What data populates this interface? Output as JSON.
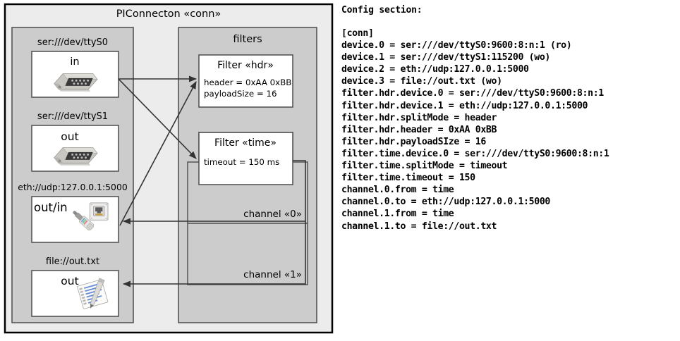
{
  "diagram": {
    "title": "PIConnecton «conn»",
    "devices_panel": {
      "items": [
        {
          "caption": "ser:///dev/ttyS0",
          "label": "in",
          "icon": "serial-db9-icon"
        },
        {
          "caption": "ser:///dev/ttyS1",
          "label": "out",
          "icon": "serial-db9-icon"
        },
        {
          "caption": "eth://udp:127.0.0.1:5000",
          "label": "out/in",
          "icon": "ethernet-jack-icon"
        },
        {
          "caption": "file://out.txt",
          "label": "out",
          "icon": "text-file-icon"
        }
      ]
    },
    "filters_panel": {
      "title": "filters",
      "filters": [
        {
          "title": "Filter «hdr»",
          "props": [
            "header = 0xAA 0xBB",
            "payloadSize = 16"
          ]
        },
        {
          "title": "Filter «time»",
          "props": [
            "timeout = 150 ms"
          ]
        }
      ],
      "channels": [
        {
          "label": "channel «0»"
        },
        {
          "label": "channel «1»"
        }
      ]
    },
    "colors": {
      "outer_fill": "#ececec",
      "panel_fill": "#cccccc",
      "box_fill": "#ffffff",
      "border": "#4d4d4d",
      "outer_border": "#000000"
    }
  },
  "config": {
    "heading": "Config section:",
    "lines": [
      "[conn]",
      "device.0 = ser:///dev/ttyS0:9600:8:n:1 (ro)",
      "device.1 = ser:///dev/ttyS1:115200 (wo)",
      "device.2 = eth://udp:127.0.0.1:5000",
      "device.3 = file://out.txt (wo)",
      "filter.hdr.device.0 = ser:///dev/ttyS0:9600:8:n:1",
      "filter.hdr.device.1 = eth://udp:127.0.0.1:5000",
      "filter.hdr.splitMode = header",
      "filter.hdr.header = 0xAA 0xBB",
      "filter.hdr.payloadSIze = 16",
      "filter.time.device.0 = ser:///dev/ttyS0:9600:8:n:1",
      "filter.time.splitMode = timeout",
      "filter.time.timeout = 150",
      "channel.0.from = time",
      "channel.0.to = eth://udp:127.0.0.1:5000",
      "channel.1.from = time",
      "channel.1.to = file://out.txt"
    ]
  }
}
